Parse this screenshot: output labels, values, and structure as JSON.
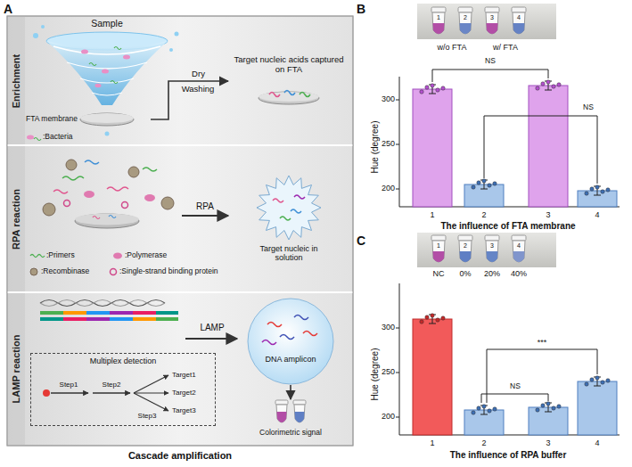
{
  "diagram": {
    "nodes": [
      {
        "text": [
          "Enrichment"
        ]
      },
      {
        "text": [
          "FTA membrane"
        ],
        "in": 0
      },
      {
        "text": [
          "Target nucleic acids captured on FTA"
        ],
        "in": 0
      },
      {
        "text": [
          "RPA reaction"
        ]
      },
      {
        "text": [
          "Target nucleic in solution"
        ],
        "in": 3
      },
      {
        "text": [
          "LAMP reaction"
        ]
      },
      {
        "text": [
          "DNA amplicon"
        ],
        "in": 5
      },
      {
        "text": [
          "Multiplex detection"
        ],
        "in": 5
      },
      {
        "text": [
          "Colorimetric signal"
        ],
        "in": 5
      }
    ],
    "edges": [
      {
        "from": 1,
        "to": 2,
        "arrow": "to",
        "label": "Dry"
      },
      {
        "from": 6,
        "to": 8,
        "arrow": "to"
      }
    ],
    "labels": [
      "A",
      "Sample",
      "Washing",
      "RPA",
      "LAMP",
      "Step1",
      "Step2",
      "Step3",
      "Target1",
      "Target2",
      "Target3",
      "Cascade amplification",
      "B",
      "1",
      "2",
      "3",
      "4",
      "w/o FTA",
      "w/ FTA",
      "300",
      "250",
      "200",
      "Hue (degree)",
      "NS",
      "NS",
      "1",
      "2",
      "3",
      "4",
      "The influence of FTA membrane",
      "C",
      "1",
      "2",
      "3",
      "4",
      "NC",
      "0%",
      "20%",
      "40%",
      "300",
      "250",
      "200",
      "Hue (degree)",
      "NS",
      "***",
      "1",
      "2",
      "3",
      "4",
      "The influence of RPA buffer"
    ],
    "legend": [
      {
        "text": ":Bacteria"
      },
      {
        "text": ":Primers"
      },
      {
        "text": ":Polymerase"
      },
      {
        "text": ":Recombinase"
      },
      {
        "text": ":Single-strand binding protein"
      }
    ]
  }
}
